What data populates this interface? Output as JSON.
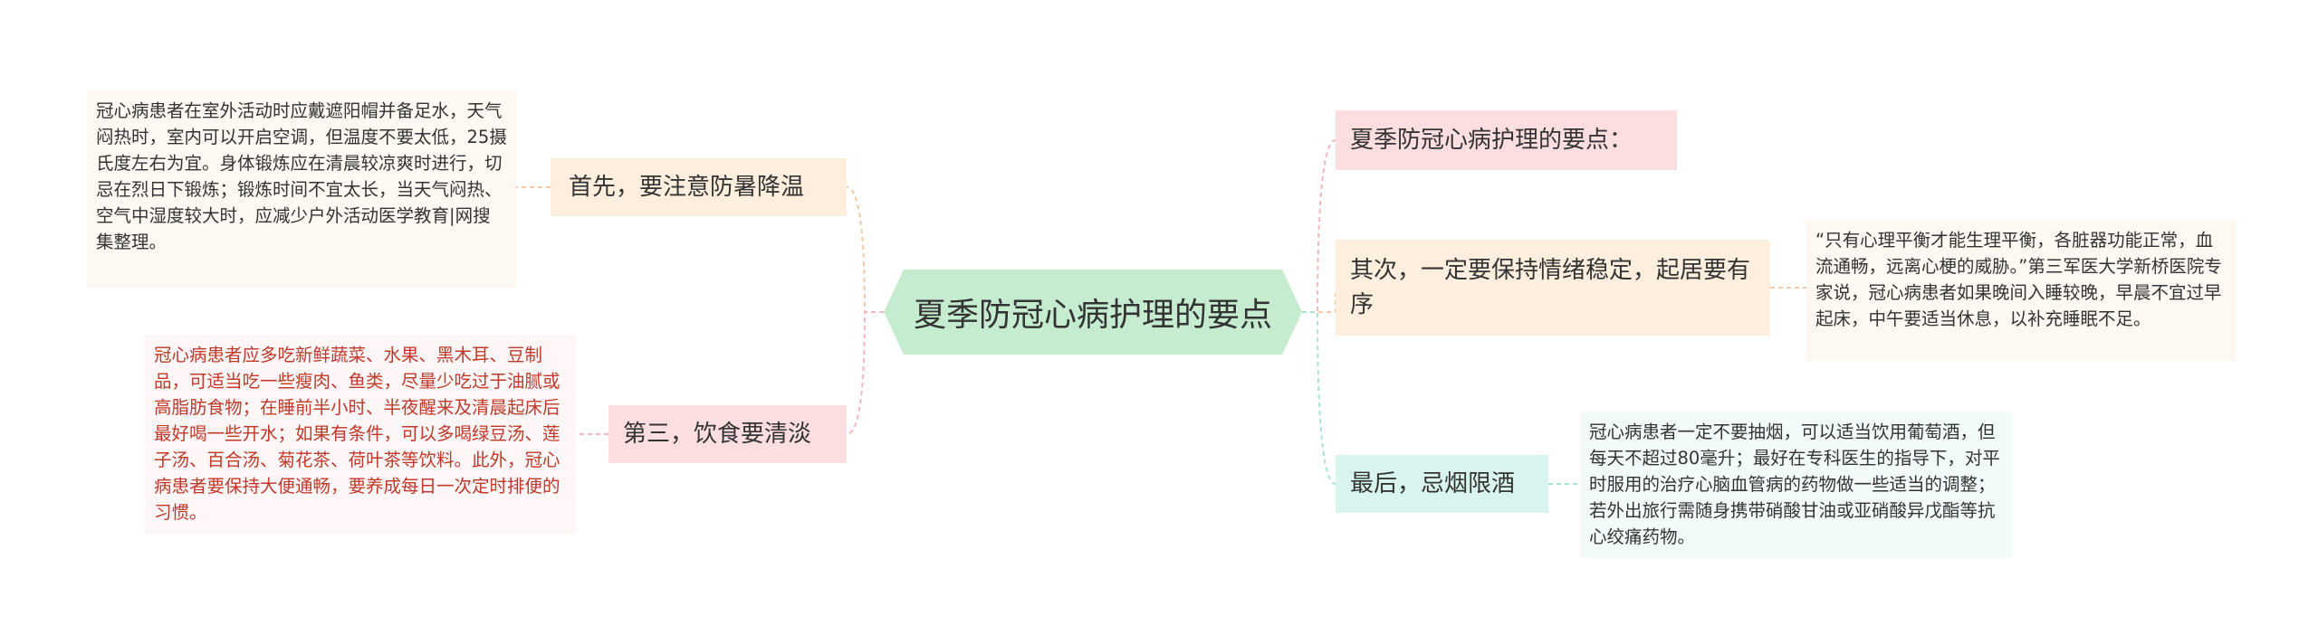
{
  "center": {
    "title": "夏季防冠心病护理的要点"
  },
  "colors": {
    "center": "#c6ecd0",
    "peach": "#fdeedd",
    "pink": "#fcdde0",
    "mint": "#d9f4ee",
    "red_text": "#c0392b",
    "line_peach": "#f5c9a4",
    "line_pink": "#f3b6bd",
    "line_mint": "#a8e3d7"
  },
  "left": {
    "b1": {
      "label": "首先，要注意防暑降温",
      "detail": " 冠心病患者在室外活动时应戴遮阳帽并备足水，天气闷热时，室内可以开启空调，但温度不要太低，25摄氏度左右为宜。身体锻炼应在清晨较凉爽时进行，切忌在烈日下锻炼；锻炼时间不宜太长，当天气闷热、空气中湿度较大时，应减少户外活动医学教育|网搜集整理。"
    },
    "b2": {
      "label": "第三，饮食要清淡",
      "detail": "冠心病患者应多吃新鲜蔬菜、水果、黑木耳、豆制品，可适当吃一些瘦肉、鱼类，尽量少吃过于油腻或高脂肪食物；在睡前半小时、半夜醒来及清晨起床后最好喝一些开水；如果有条件，可以多喝绿豆汤、莲子汤、百合汤、菊花茶、荷叶茶等饮料。此外，冠心病患者要保持大便通畅，要养成每日一次定时排便的习惯。"
    }
  },
  "right": {
    "b1": {
      "label": "夏季防冠心病护理的要点："
    },
    "b2": {
      "label": "其次，一定要保持情绪稳定，起居要有序",
      "detail": "“只有心理平衡才能生理平衡，各脏器功能正常，血流通畅，远离心梗的威胁。”第三军医大学新桥医院专家说，冠心病患者如果晚间入睡较晚，早晨不宜过早起床，中午要适当休息，以补充睡眠不足。"
    },
    "b3": {
      "label": "最后，忌烟限酒",
      "detail": "冠心病患者一定不要抽烟，可以适当饮用葡萄酒，但每天不超过80毫升；最好在专科医生的指导下，对平时服用的治疗心脑血管病的药物做一些适当的调整；若外出旅行需随身携带硝酸甘油或亚硝酸异戊酯等抗心绞痛药物。"
    }
  }
}
